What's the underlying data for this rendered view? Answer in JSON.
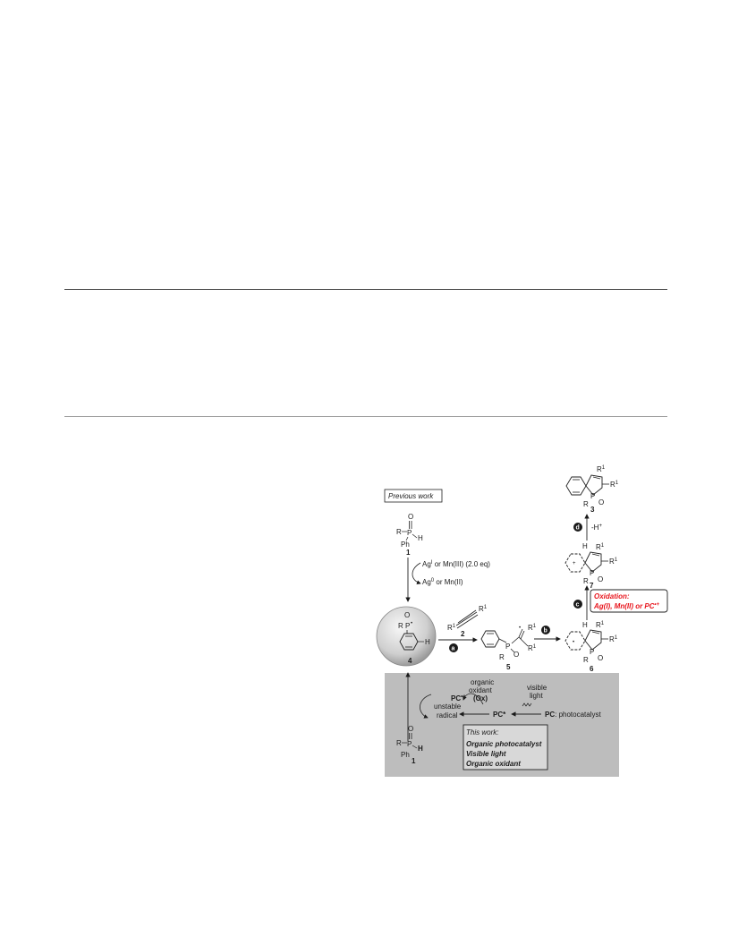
{
  "scheme": {
    "previous_work": "Previous work",
    "this_work_title": "This work:",
    "this_work_items": [
      "Organic photocatalyst",
      "Visible light",
      "Organic oxidant"
    ],
    "reagent_top": "Ag",
    "reagent_top_sup": "I",
    "reagent_top_rest": " or Mn(III)  (2.0 eq)",
    "reagent_bottom": "Ag",
    "reagent_bottom_sup": "0",
    "reagent_bottom_rest": " or Mn(II)",
    "oxidation_title": "Oxidation:",
    "oxidation_text": "Ag(I), Mn(II) or PC",
    "oxidation_sup": "•+",
    "deprotonation": "-H",
    "deprotonation_sup": "+",
    "organic_oxidant_1": "organic",
    "organic_oxidant_2": "oxidant",
    "organic_oxidant_3": "(Ox)",
    "visible_light_1": "visible",
    "visible_light_2": "light",
    "pc_radical_cation": "PC",
    "pc_radical_cation_sup": "•+",
    "pc_excited": "PC*",
    "pc_label": "PC",
    "pc_desc": ": photocatalyst",
    "unstable_1": "unstable",
    "unstable_2": "radical",
    "step_a": "a",
    "step_b": "b",
    "step_c": "c",
    "step_d": "d",
    "compound_1": "1",
    "compound_1b": "1",
    "compound_2": "2",
    "compound_3": "3",
    "compound_4": "4",
    "compound_5": "5",
    "compound_6": "6",
    "compound_7": "7",
    "atom_R": "R",
    "atom_P": "P",
    "atom_O": "O",
    "atom_H": "H",
    "atom_Ph": "Ph",
    "atom_R1": "R",
    "atom_R1_sup": "1",
    "radical_dot": "•",
    "cation_plus": "+"
  },
  "colors": {
    "oxidation_red": "#e8141c",
    "gray_panel": "#bdbdbd"
  }
}
